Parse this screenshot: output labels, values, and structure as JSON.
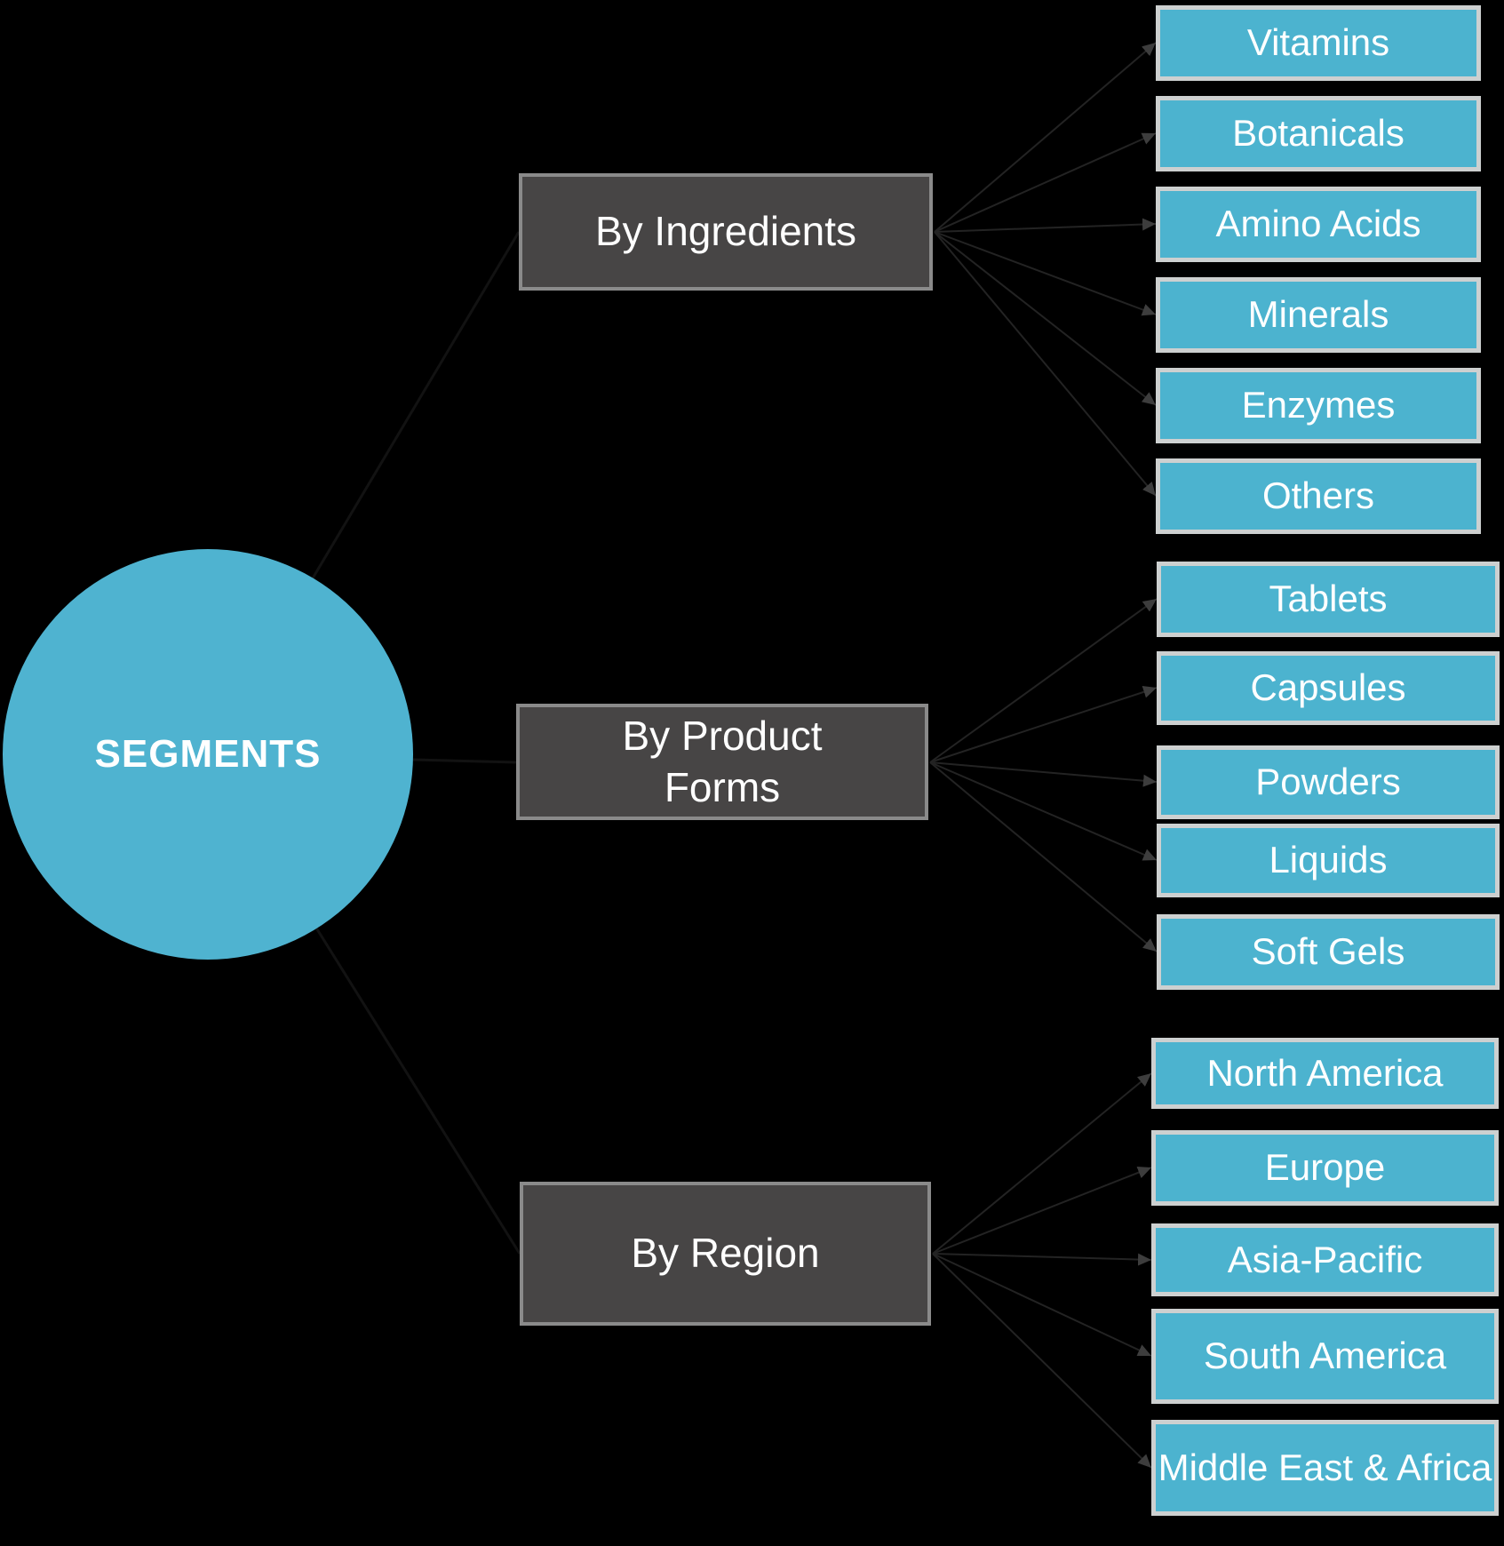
{
  "background": "#000000",
  "diagram": {
    "root": {
      "label": "SEGMENTS"
    },
    "categories": [
      {
        "label": "By Ingredients",
        "items": [
          "Vitamins",
          "Botanicals",
          "Amino Acids",
          "Minerals",
          "Enzymes",
          "Others"
        ]
      },
      {
        "label": "By Product Forms",
        "items": [
          "Tablets",
          "Capsules",
          "Powders",
          "Liquids",
          "Soft Gels"
        ]
      },
      {
        "label": "By Region",
        "items": [
          "North America",
          "Europe",
          "Asia-Pacific",
          "South America",
          "Middle East & Africa"
        ]
      }
    ],
    "colors": {
      "node_fill": "#4fb3d0",
      "category_fill": "#474545",
      "category_border": "#8a8a8a",
      "item_fill": "#4cb3cf",
      "item_border": "#cdd0d0",
      "text": "#ffffff",
      "connector": "#232323"
    }
  }
}
